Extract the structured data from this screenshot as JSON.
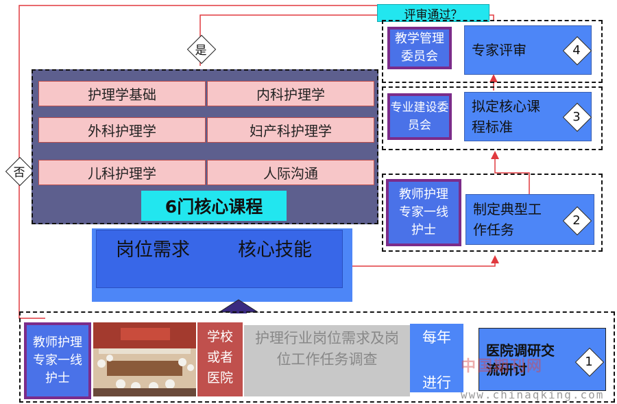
{
  "review_question": "评审通过？",
  "yes_label": "是",
  "no_label": "否",
  "courses": [
    "护理学基础",
    "内科护理学",
    "外科护理学",
    "妇产科护理学",
    "儿科护理学",
    "人际沟通"
  ],
  "core_course_title": "6门核心课程",
  "job_requirements": "岗位需求",
  "core_skills": "核心技能",
  "step4": {
    "committee": "教学管理委员会",
    "task": "专家评审",
    "number": "4"
  },
  "step3": {
    "committee": "专业建设委员会",
    "task": "拟定核心课程标准",
    "number": "3"
  },
  "step2": {
    "committee": "教师护理专家一线护士",
    "task": "制定典型工作任务",
    "number": "2"
  },
  "bottom": {
    "participants": "教师护理专家一线护士",
    "location": "学校或者医院",
    "survey": "护理行业岗位需求及岗位工作任务调查",
    "frequency_top": "每年",
    "frequency_bottom": "进行",
    "research": "医院调研交流研讨",
    "number": "1"
  },
  "watermark_cn": "中国期刊网",
  "watermark_url": "www.chinaqking.com",
  "colors": {
    "line": "#e0393e",
    "blue": "#4d86f7",
    "purple": "#7b2c8a",
    "cyan": "#22e6ef"
  }
}
